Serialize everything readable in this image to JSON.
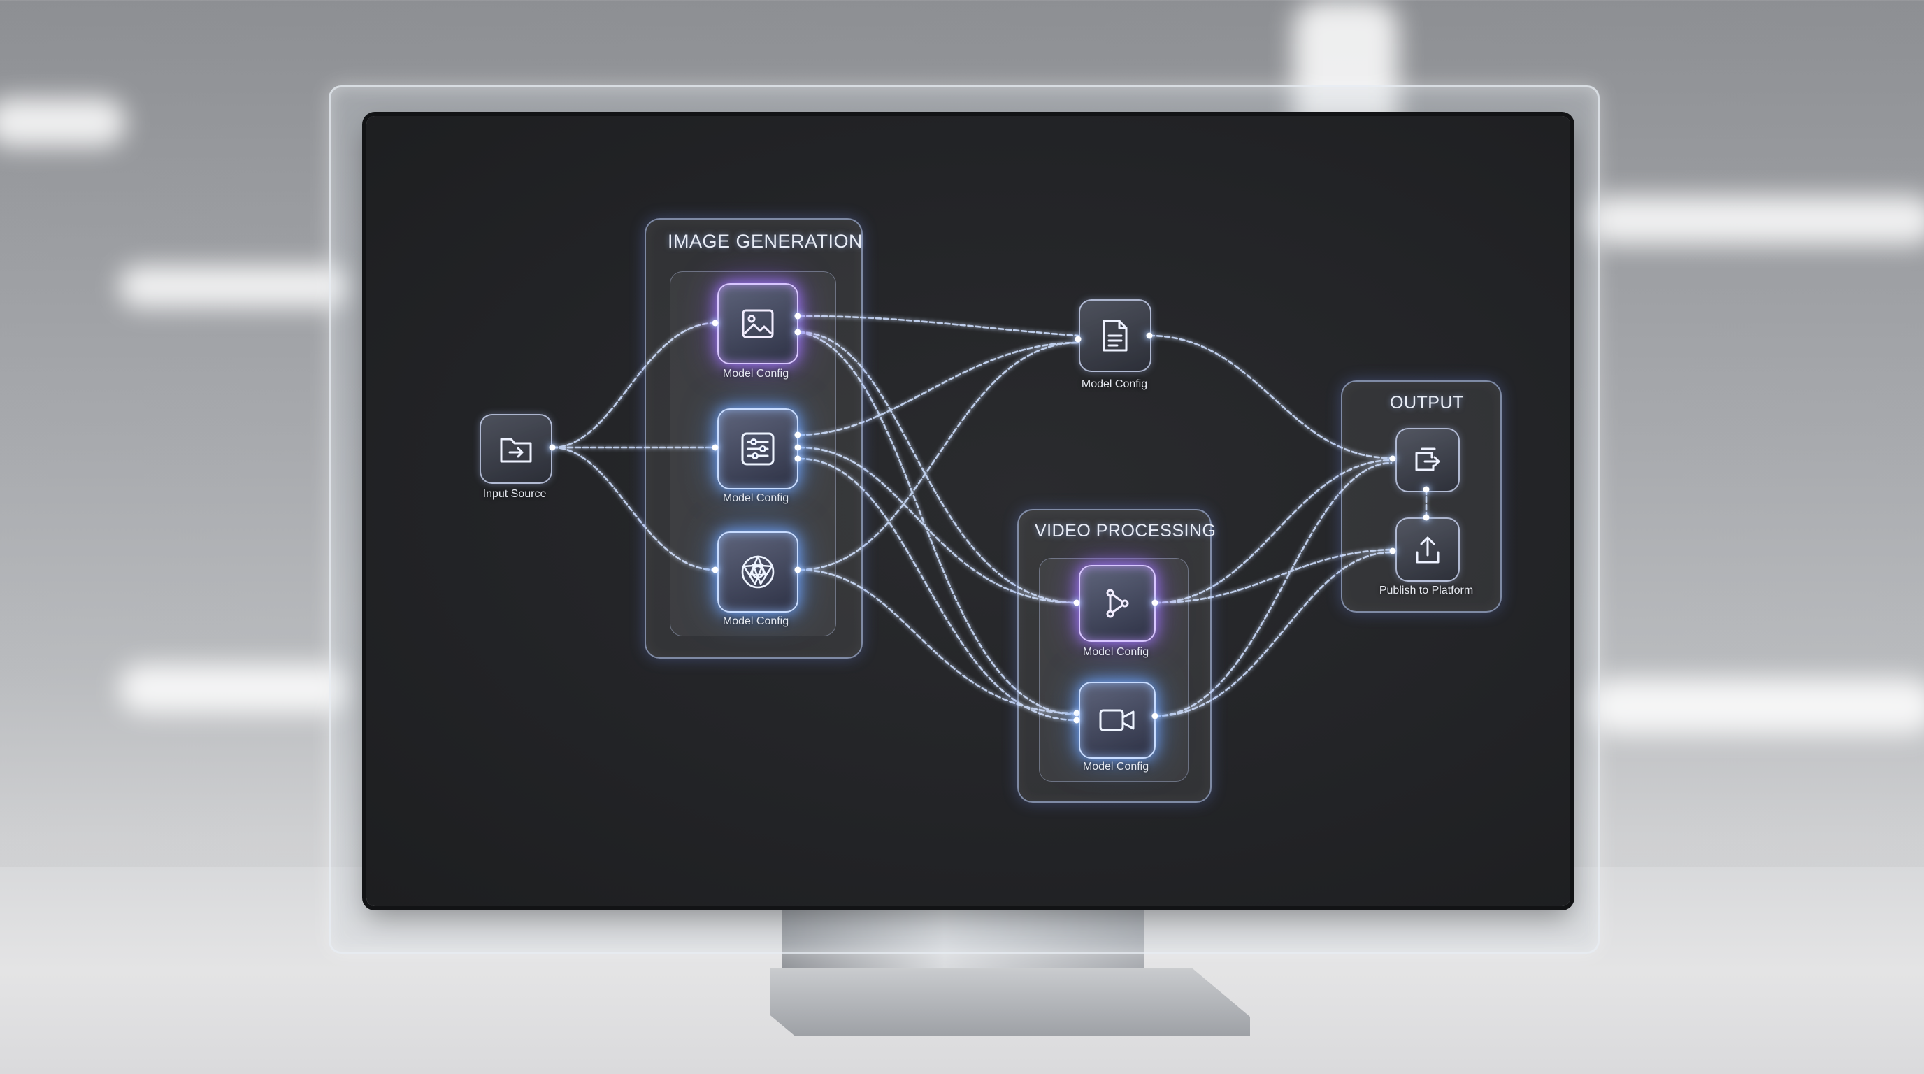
{
  "groups": {
    "image_generation": {
      "title": "IMAGE GENERATION"
    },
    "video_processing": {
      "title": "VIDEO PROCESSING"
    },
    "output": {
      "title": "OUTPUT"
    }
  },
  "nodes": {
    "input_source": {
      "label": "Input Source",
      "icon": "folder-arrow-icon"
    },
    "image_model_1": {
      "label": "Model Config",
      "icon": "image-icon"
    },
    "image_model_2": {
      "label": "Model Config",
      "icon": "sliders-icon"
    },
    "image_model_3": {
      "label": "Model Config",
      "icon": "aperture-icon"
    },
    "document_model": {
      "label": "Model Config",
      "icon": "document-icon"
    },
    "video_model_1": {
      "label": "Model Config",
      "icon": "nodes-icon"
    },
    "video_model_2": {
      "label": "Model Config",
      "icon": "video-camera-icon"
    },
    "output_export": {
      "label": "",
      "icon": "export-icon"
    },
    "publish": {
      "label": "Publish to Platform",
      "icon": "upload-icon"
    }
  },
  "colors": {
    "violet_glow": "#a57bff",
    "blue_glow": "#74a8ff",
    "connection_line": "#cfe0ff",
    "screen": "#232427"
  }
}
